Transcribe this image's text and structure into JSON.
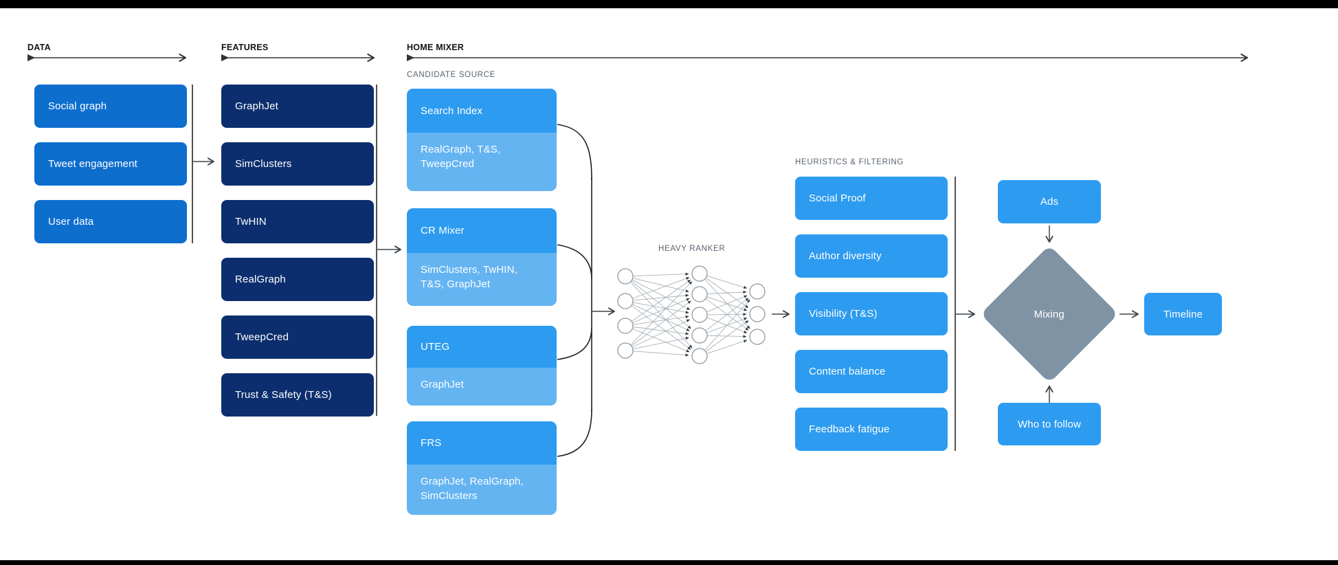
{
  "diagram": {
    "data_col": {
      "label": "DATA",
      "items": [
        "Social graph",
        "Tweet engagement",
        "User data"
      ]
    },
    "features_col": {
      "label": "FEATURES",
      "items": [
        "GraphJet",
        "SimClusters",
        "TwHIN",
        "RealGraph",
        "TweepCred",
        "Trust & Safety (T&S)"
      ]
    },
    "home_mixer": {
      "label": "HOME MIXER",
      "candidate_source": {
        "label": "CANDIDATE SOURCE",
        "items": [
          {
            "title": "Search Index",
            "sub": "RealGraph, T&S, TweepCred"
          },
          {
            "title": "CR Mixer",
            "sub": "SimClusters, TwHIN, T&S, GraphJet"
          },
          {
            "title": "UTEG",
            "sub": "GraphJet"
          },
          {
            "title": "FRS",
            "sub": "GraphJet, RealGraph, SimClusters"
          }
        ]
      },
      "heavy_ranker": {
        "label": "HEAVY RANKER",
        "layers": [
          4,
          5,
          3
        ]
      },
      "heuristics": {
        "label": "HEURISTICS & FILTERING",
        "items": [
          "Social Proof",
          "Author diversity",
          "Visibility (T&S)",
          "Content balance",
          "Feedback fatigue"
        ]
      },
      "mixing": {
        "ads": "Ads",
        "diamond": "Mixing",
        "who_to_follow": "Who to follow",
        "timeline": "Timeline"
      }
    },
    "colors": {
      "data_box": "#0D6ECE",
      "feature_box": "#0C2E6E",
      "candidate_top": "#2D9BF0",
      "candidate_sub": "#64B4F2",
      "heuristic_box": "#2D9BF0",
      "mixing_diamond": "#8093A5"
    }
  }
}
